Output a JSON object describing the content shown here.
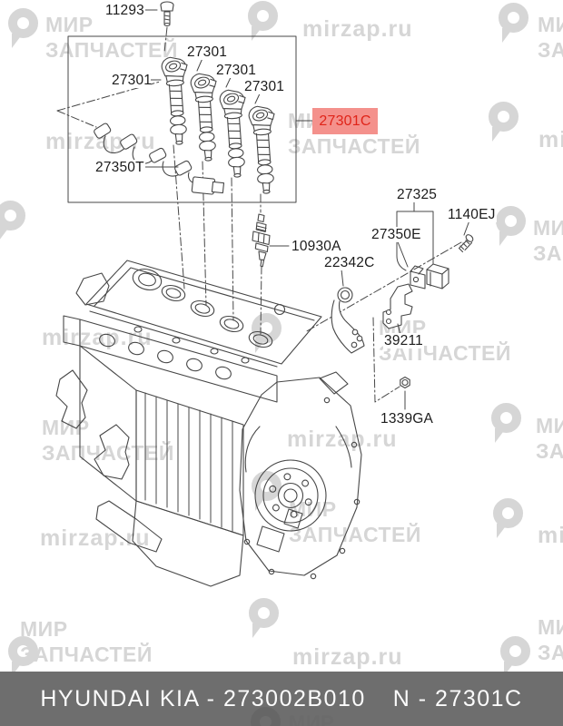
{
  "watermark": {
    "brand": "МИР\nЗАПЧАСТЕЙ",
    "site": "mirzap.ru"
  },
  "callouts": {
    "mount_bolt": "11293",
    "coil_1": "27301",
    "coil_2": "27301",
    "coil_3": "27301",
    "coil_4": "27301",
    "extension_wire": "27350T",
    "coil_highlight": "27301C",
    "spark_plug": "10930A",
    "condenser_assy": "27325",
    "condenser_bolt": "1140EJ",
    "condenser_wire": "27350E",
    "bracket_front": "22342C",
    "bracket_side": "39211",
    "nut": "1339GA"
  },
  "footer": {
    "brand_part": "HYUNDAI  KIA - 273002B010",
    "ref": "N - 27301C"
  },
  "colors": {
    "line": "#474747",
    "label_text": "#1c1c1c",
    "highlight_bg": "#f4918c",
    "highlight_text": "#e02419",
    "watermark": "#d6d6d6",
    "footer_bg": "#6e6e6e",
    "footer_text": "#fbfbfb"
  }
}
